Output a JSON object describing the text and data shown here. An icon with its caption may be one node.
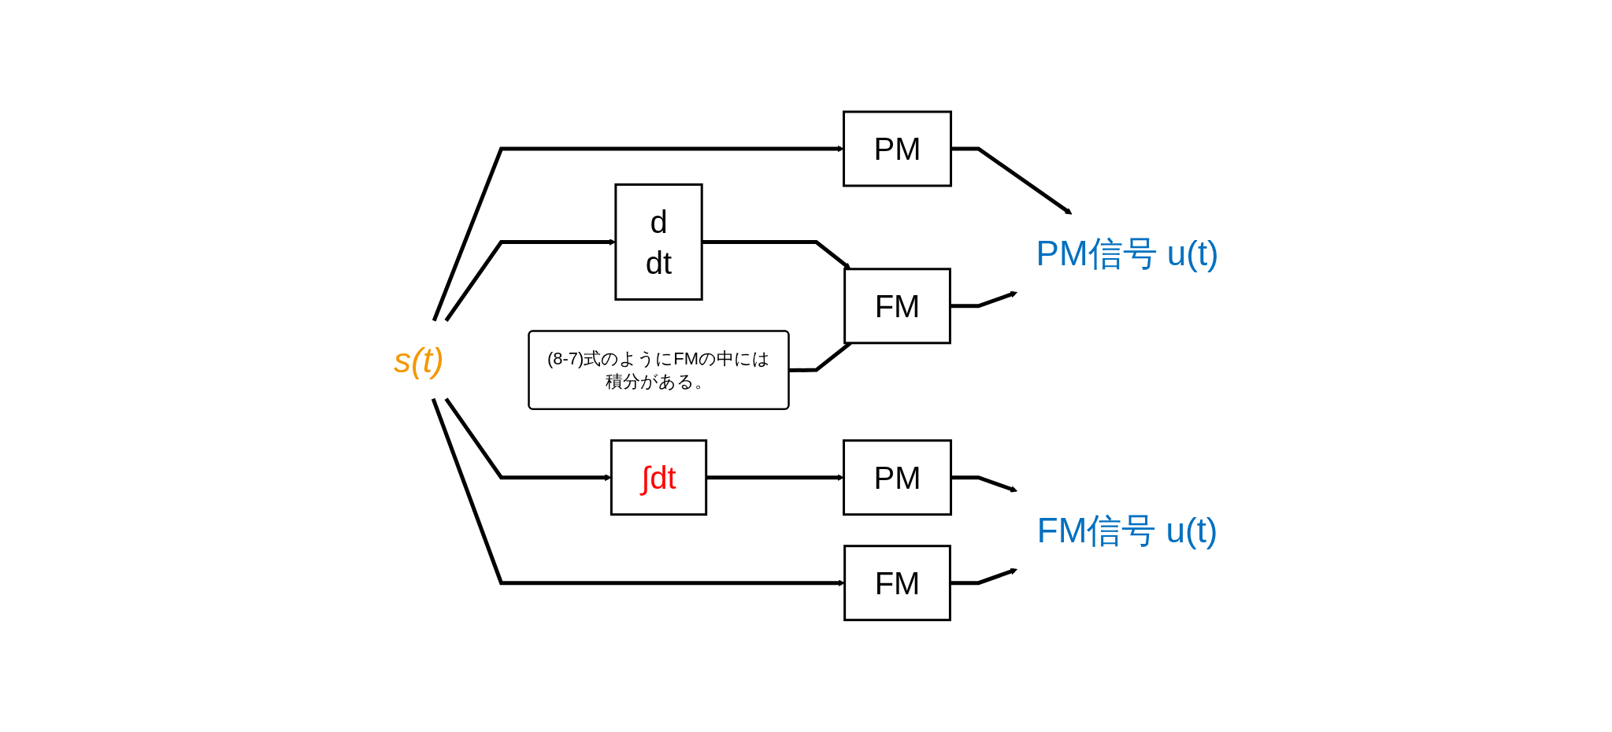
{
  "diagram": {
    "nodes": [
      {
        "text": [
          "s(t)"
        ]
      },
      {
        "text": [
          "PM"
        ]
      },
      {
        "text": [
          "d",
          "dt"
        ]
      },
      {
        "text": [
          "FM"
        ]
      },
      {
        "text": [
          "∫dt"
        ]
      },
      {
        "text": [
          "PM"
        ]
      },
      {
        "text": [
          "FM"
        ]
      },
      {
        "text": [
          "PM信号 u(t)"
        ]
      },
      {
        "text": [
          "FM信号 u(t)"
        ]
      },
      {
        "text": [
          "(8-7)式のようにFMの中には積分がある。"
        ]
      }
    ],
    "edges": [
      {
        "from": 0,
        "to": 1,
        "arrow": "to"
      },
      {
        "from": 0,
        "to": 2,
        "arrow": "to"
      },
      {
        "from": 0,
        "to": 4,
        "arrow": "to"
      },
      {
        "from": 0,
        "to": 6,
        "arrow": "to"
      },
      {
        "from": 1,
        "to": 7,
        "arrow": "to"
      },
      {
        "from": 2,
        "to": 3,
        "arrow": "to"
      },
      {
        "from": 3,
        "to": 7,
        "arrow": "to"
      },
      {
        "from": 4,
        "to": 5,
        "arrow": "to"
      },
      {
        "from": 5,
        "to": 8,
        "arrow": "to"
      },
      {
        "from": 6,
        "to": 8,
        "arrow": "to"
      },
      {
        "from": 9,
        "to": 3,
        "arrow": "none"
      }
    ]
  }
}
